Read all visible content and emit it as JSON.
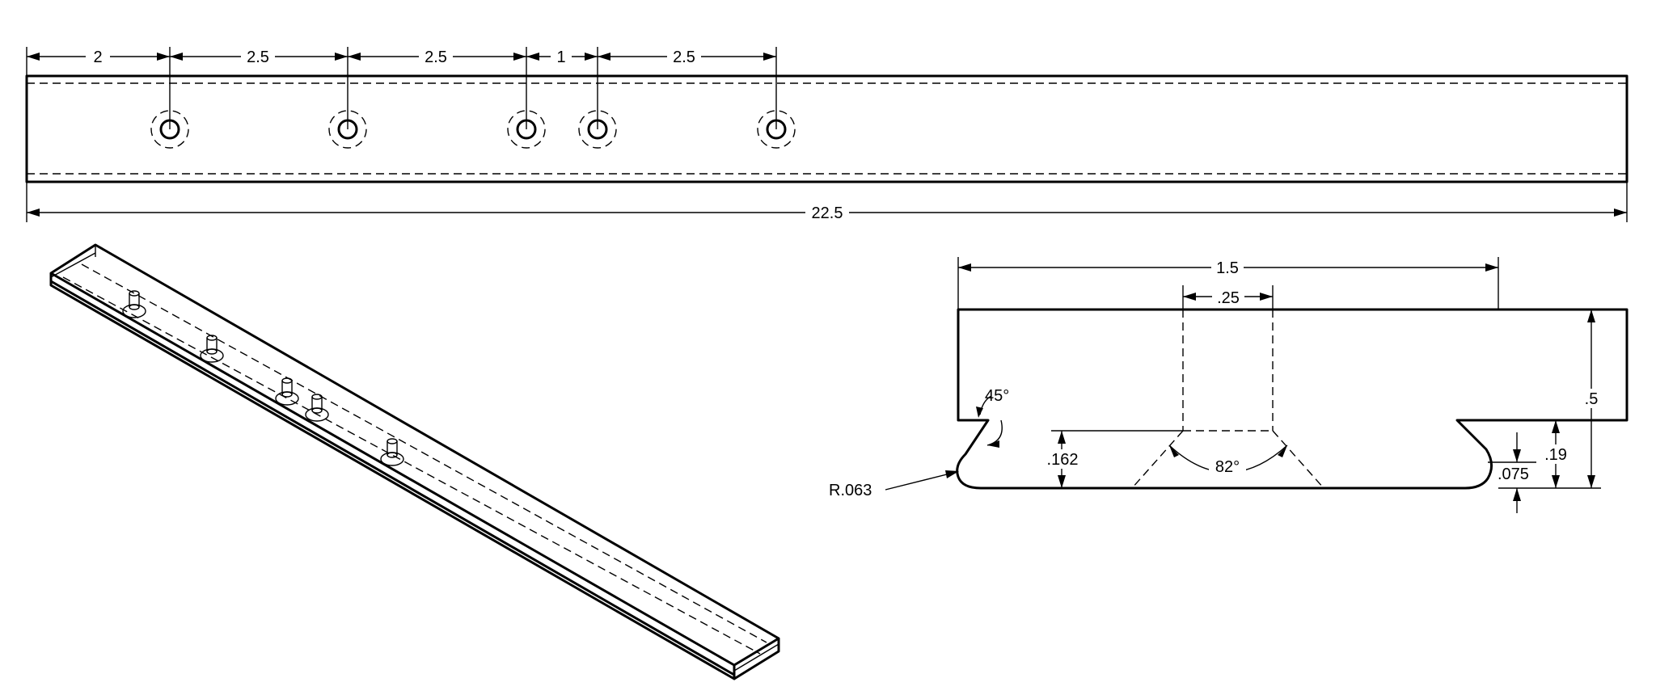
{
  "drawing": {
    "top_view": {
      "hole_spacing": [
        "2",
        "2.5",
        "2.5",
        "1",
        "2.5"
      ],
      "overall_length": "22.5"
    },
    "section_view": {
      "width": "1.5",
      "slot_width": ".25",
      "height": ".5",
      "dovetail_angle": "45°",
      "included_angle": "82°",
      "lip_depth": ".162",
      "step_height": ".19",
      "edge_offset": ".075",
      "fillet_radius": "R.063"
    }
  }
}
